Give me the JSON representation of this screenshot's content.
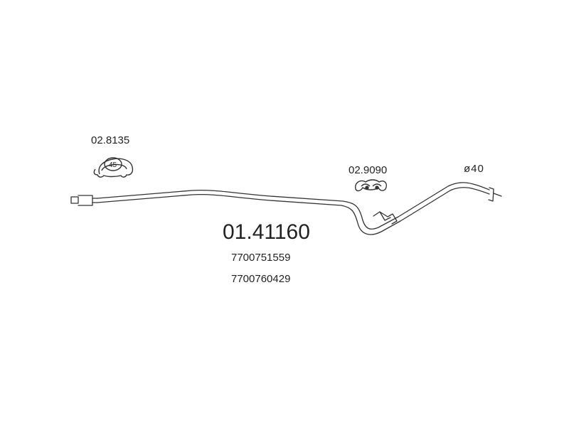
{
  "part": {
    "number": "01.41160",
    "oem_numbers": [
      "7700751559",
      "7700760429"
    ]
  },
  "clamps": [
    {
      "code": "02.8135",
      "size": "45",
      "icon": "clamp-icon"
    },
    {
      "code": "02.9090",
      "icon": "hanger-icon"
    }
  ],
  "pipe": {
    "diameter_label": "ø40",
    "icon": "exhaust-pipe-icon"
  },
  "colors": {
    "line": "#333333",
    "text": "#222222",
    "background": "#ffffff"
  }
}
